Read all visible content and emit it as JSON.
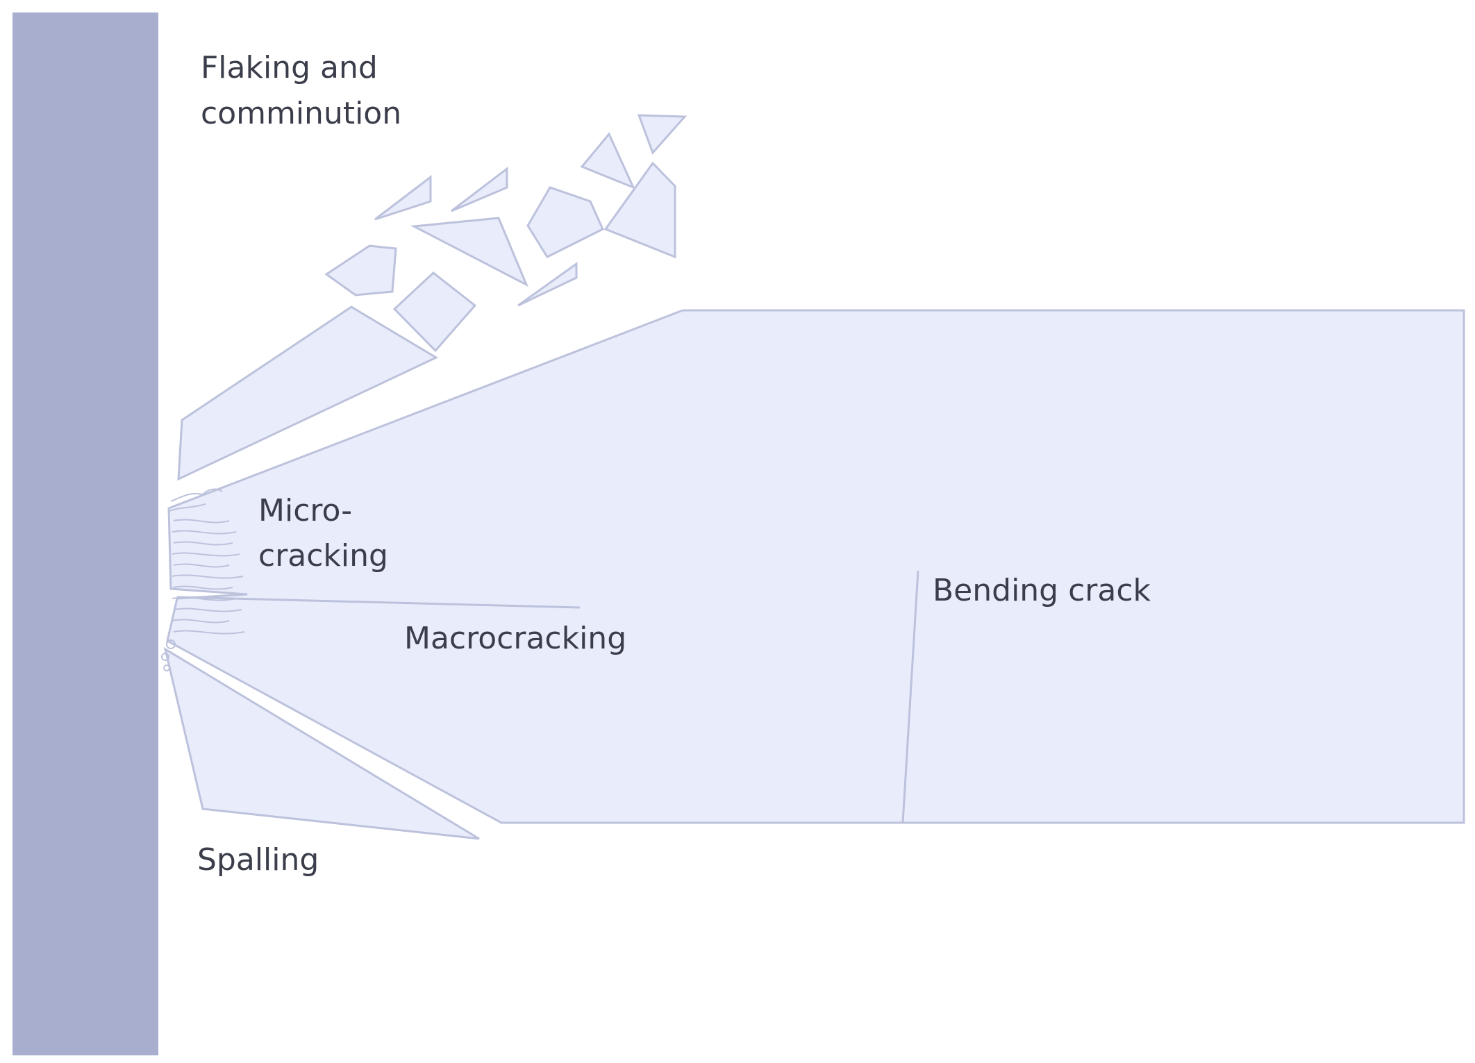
{
  "labels": {
    "flaking_line1": "Flaking and",
    "flaking_line2": "comminution",
    "micro_line1": "Micro-",
    "micro_line2": "cracking",
    "macrocracking": "Macrocracking",
    "bending_crack": "Bending crack",
    "spalling": "Spalling"
  },
  "colors": {
    "structure": "#a8aecd",
    "ice": "#e9ecfb",
    "ice_stroke": "#bcc2dc",
    "text": "#3b3e4a"
  }
}
